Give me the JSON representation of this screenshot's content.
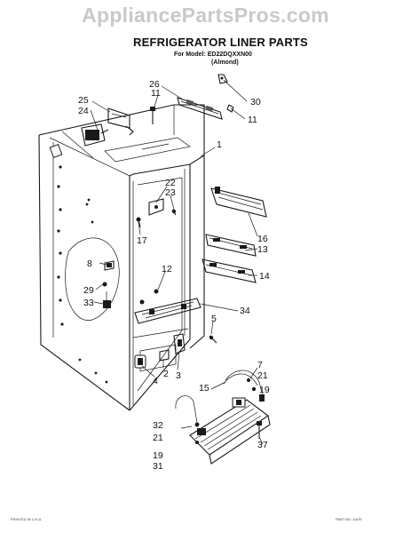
{
  "watermark": "AppliancePartsPros.com",
  "title": "REFRIGERATOR LINER PARTS",
  "model_line": "For Model: ED22DQXXN00",
  "color_note": "(Almond)",
  "callouts": {
    "c26": "26",
    "c11a": "11",
    "c30": "30",
    "c11b": "11",
    "c25": "25",
    "c24": "24",
    "c1": "1",
    "c22": "22",
    "c23": "23",
    "c17": "17",
    "c16": "16",
    "c13": "13",
    "c14": "14",
    "c8": "8",
    "c29": "29",
    "c33": "33",
    "c12": "12",
    "c34": "34",
    "c5": "5",
    "c4": "4",
    "c2": "2",
    "c3": "3",
    "c7": "7",
    "c21a": "21",
    "c19a": "19",
    "c15": "15",
    "c32": "32",
    "c21b": "21",
    "c19b": "19",
    "c31": "31",
    "c37": "37"
  },
  "footer_left": "PRINTED IN U.S.A.",
  "footer_right": "PART NO. DATE"
}
